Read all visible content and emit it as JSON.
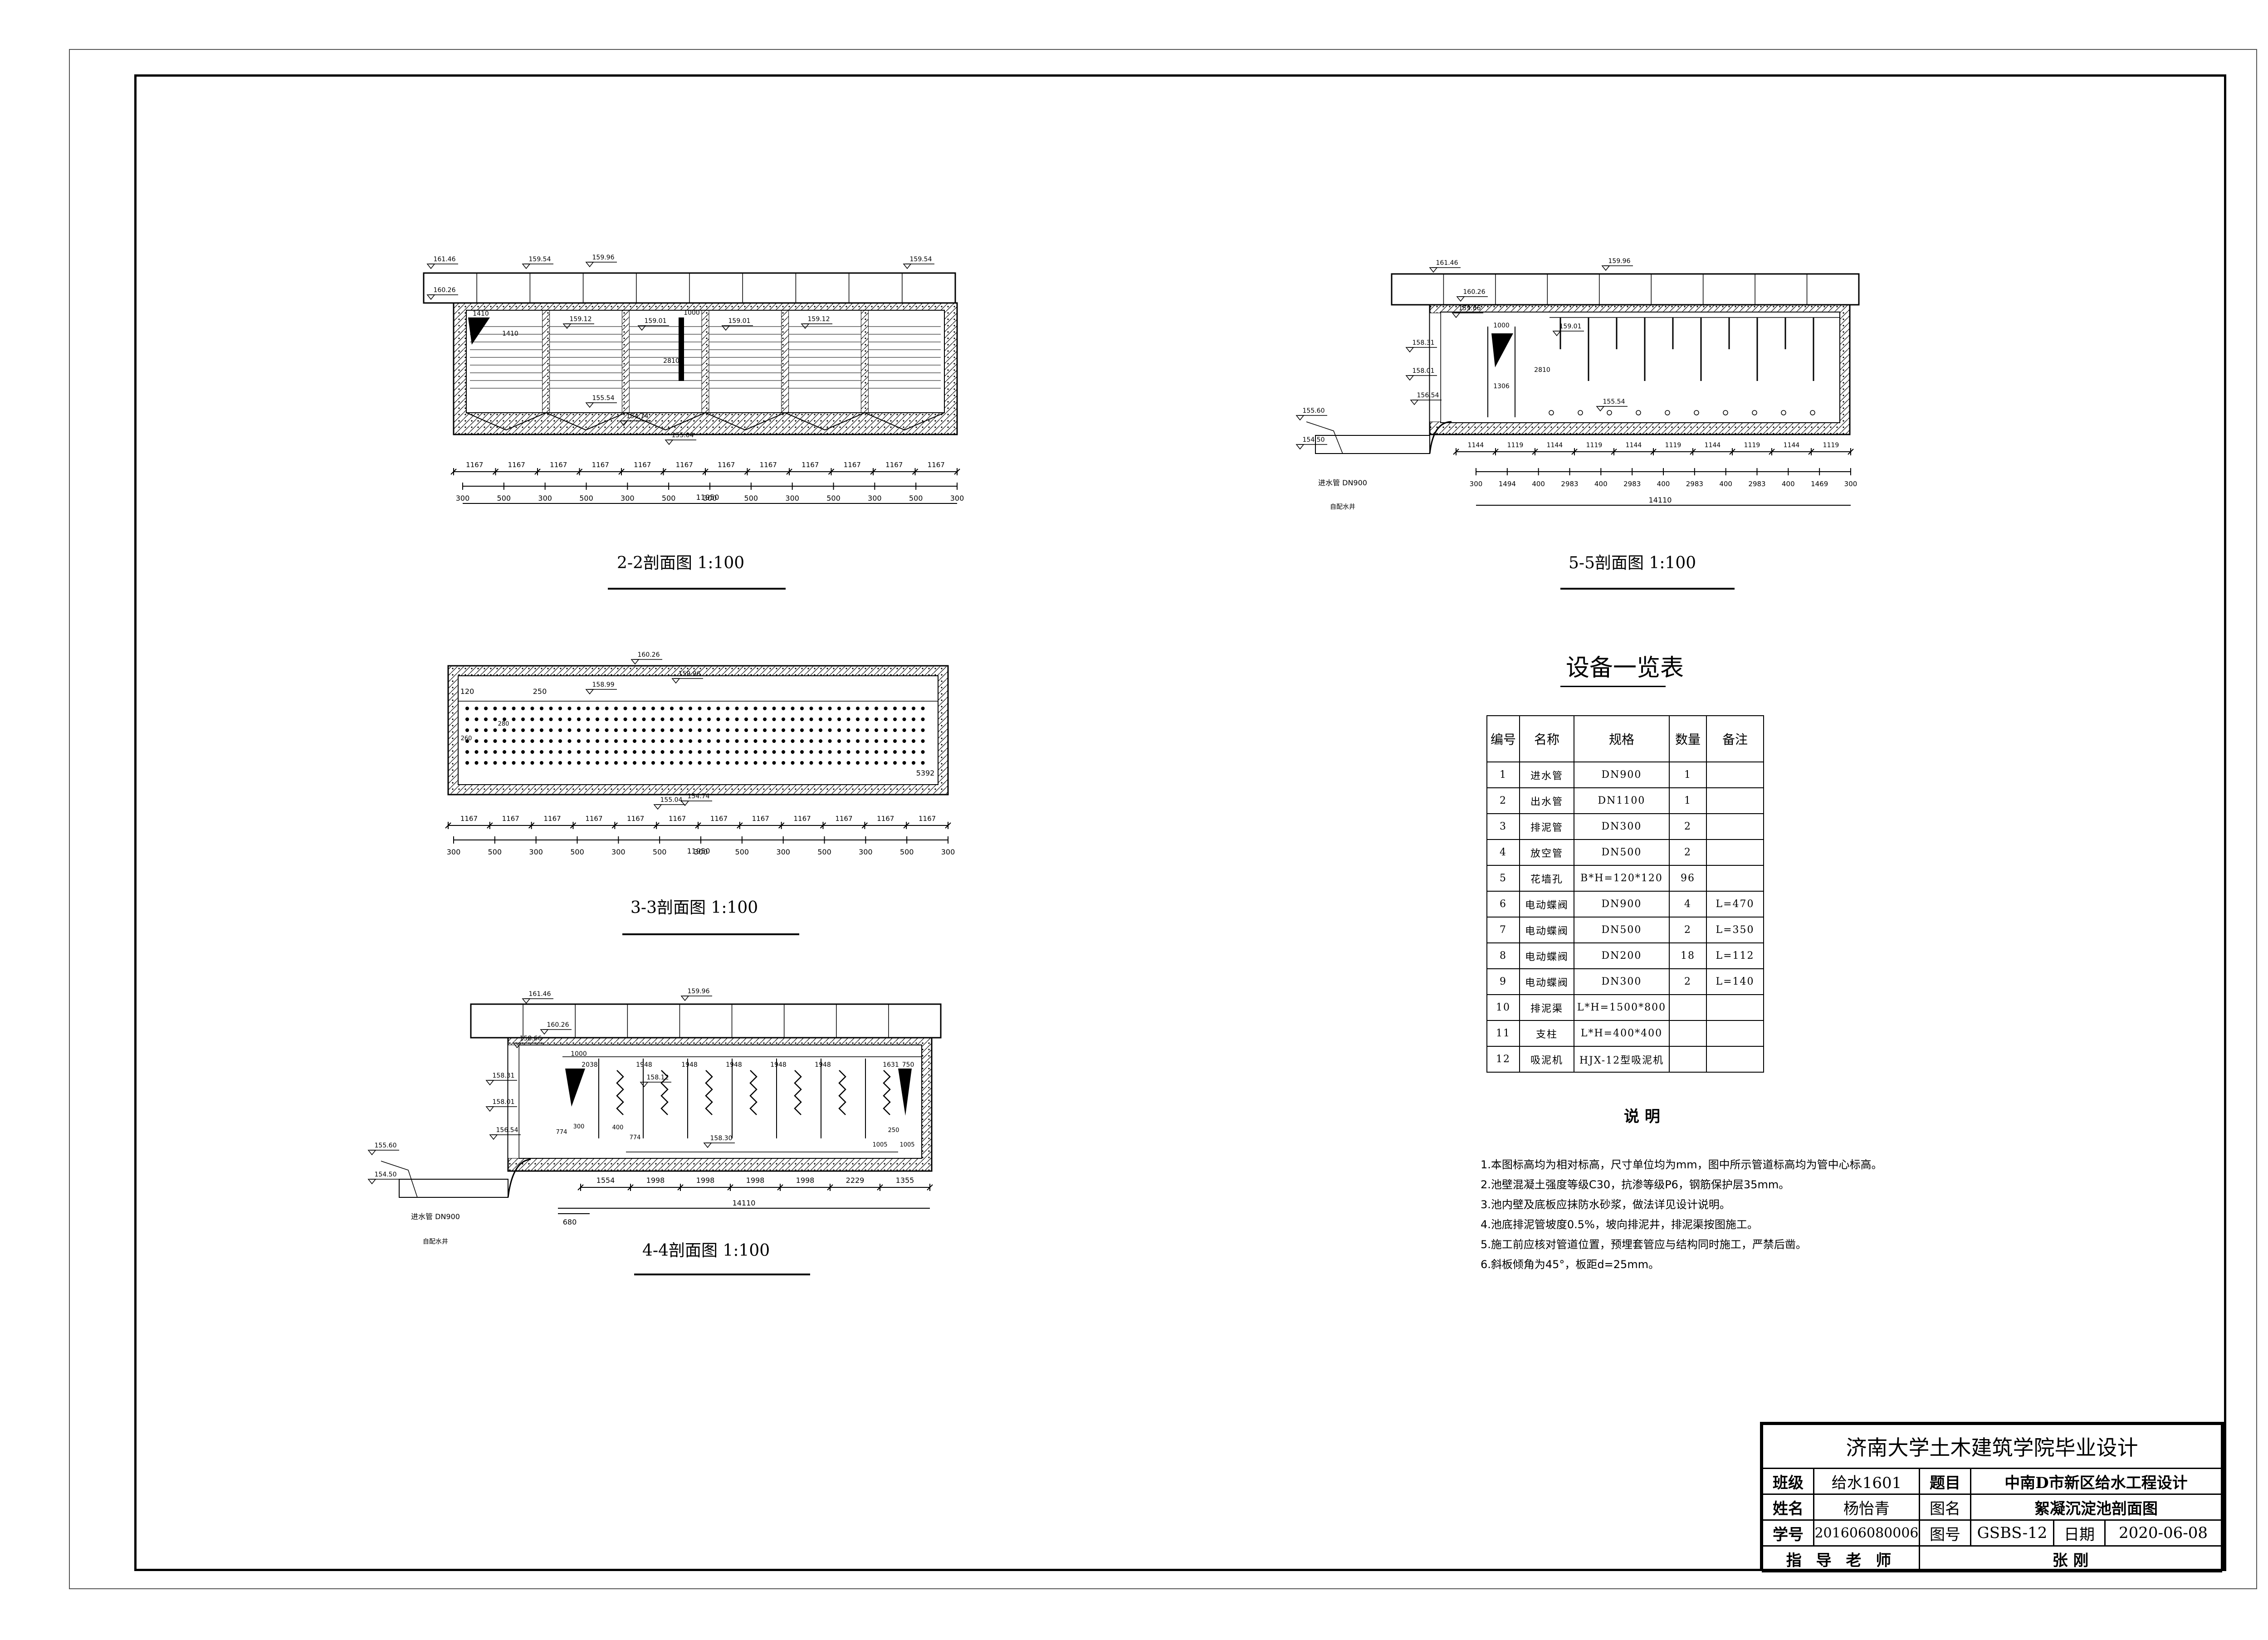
{
  "drawings": {
    "section_2_2": {
      "caption": "2-2剖面图  1:100",
      "elevations": [
        "161.46",
        "160.26",
        "159.54",
        "159.96",
        "159.54",
        "159.12",
        "159.01",
        "159.01",
        "159.12",
        "155.54",
        "154.74",
        "155.04"
      ],
      "dims": [
        "1410",
        "2810",
        "1000"
      ],
      "dim_top": [
        "1167",
        "1167",
        "1167",
        "1167",
        "1167",
        "1167",
        "1167",
        "1167",
        "1167",
        "1167",
        "1167",
        "1167"
      ],
      "dim_bottom": [
        "300",
        "500",
        "300",
        "500",
        "300",
        "500",
        "300",
        "500",
        "300",
        "500",
        "300",
        "500",
        "300"
      ],
      "total": "11950"
    },
    "section_3_3": {
      "caption": "3-3剖面图  1:100",
      "elevations": [
        "160.26",
        "159.96",
        "158.99",
        "155.04",
        "154.74"
      ],
      "dims": [
        "120",
        "250",
        "280",
        "260",
        "5392"
      ],
      "dim_top": [
        "1167",
        "1167",
        "1167",
        "1167",
        "1167",
        "1167",
        "1167",
        "1167",
        "1167",
        "1167",
        "1167",
        "1167"
      ],
      "dim_bottom": [
        "300",
        "500",
        "300",
        "500",
        "300",
        "500",
        "300",
        "500",
        "300",
        "500",
        "300",
        "500",
        "300"
      ],
      "total": "11950"
    },
    "section_4_4": {
      "caption": "4-4剖面图  1:100",
      "elevations": [
        "161.46",
        "159.96",
        "160.26",
        "158.66",
        "158.31",
        "158.01",
        "156.54",
        "155.60",
        "154.50",
        "158.12",
        "158.30"
      ],
      "dims": [
        "1000",
        "2038",
        "1948",
        "1948",
        "1948",
        "1948",
        "1948",
        "1631",
        "750",
        "400",
        "774",
        "774",
        "300",
        "1005",
        "1005",
        "250"
      ],
      "dim_row": [
        "1554",
        "1998",
        "1998",
        "1998",
        "1998",
        "2229",
        "1355"
      ],
      "total": "14110",
      "offset": "680",
      "pipe_label": "进水管  DN900",
      "well_label": "自配水井"
    },
    "section_5_5": {
      "caption": "5-5剖面图  1:100",
      "elevations": [
        "161.46",
        "159.96",
        "160.26",
        "159.66",
        "158.31",
        "158.01",
        "156.54",
        "155.60",
        "154.50",
        "159.01",
        "155.54"
      ],
      "dims": [
        "1000",
        "2810",
        "1306"
      ],
      "dim_top": [
        "1144",
        "1119",
        "1144",
        "1119",
        "1144",
        "1119",
        "1144",
        "1119",
        "1144",
        "1119"
      ],
      "dim_bottom": [
        "300",
        "1494",
        "400",
        "2983",
        "400",
        "2983",
        "400",
        "2983",
        "400",
        "2983",
        "400",
        "1469",
        "300"
      ],
      "total": "14110",
      "pipe_label": "进水管  DN900",
      "well_label": "自配水井"
    }
  },
  "equipment": {
    "title": "设备一览表",
    "headers": [
      "编号",
      "名称",
      "规格",
      "数量",
      "备注"
    ],
    "rows": [
      [
        "1",
        "进水管",
        "DN900",
        "1",
        ""
      ],
      [
        "2",
        "出水管",
        "DN1100",
        "1",
        ""
      ],
      [
        "3",
        "排泥管",
        "DN300",
        "2",
        ""
      ],
      [
        "4",
        "放空管",
        "DN500",
        "2",
        ""
      ],
      [
        "5",
        "花墙孔",
        "B*H=120*120",
        "96",
        ""
      ],
      [
        "6",
        "电动蝶阀",
        "DN900",
        "4",
        "L=470"
      ],
      [
        "7",
        "电动蝶阀",
        "DN500",
        "2",
        "L=350"
      ],
      [
        "8",
        "电动蝶阀",
        "DN200",
        "18",
        "L=112"
      ],
      [
        "9",
        "电动蝶阀",
        "DN300",
        "2",
        "L=140"
      ],
      [
        "10",
        "排泥渠",
        "L*H=1500*800",
        "",
        ""
      ],
      [
        "11",
        "支柱",
        "L*H=400*400",
        "",
        ""
      ],
      [
        "12",
        "吸泥机",
        "HJX-12型吸泥机",
        "",
        ""
      ]
    ]
  },
  "notes": {
    "title": "说  明",
    "items": [
      "1.本图标高均为相对标高，尺寸单位均为mm，图中所示管道标高均为管中心标高。",
      "2.池壁混凝土强度等级C30，抗渗等级P6，钢筋保护层35mm。",
      "3.池内壁及底板应抹防水砂浆，做法详见设计说明。",
      "4.池底排泥管坡度0.5%，坡向排泥井，排泥渠按图施工。",
      "5.施工前应核对管道位置，预埋套管应与结构同时施工，严禁后凿。",
      "6.斜板倾角为45°，板距d=25mm。"
    ]
  },
  "title_block": {
    "school": "济南大学土木建筑学院毕业设计",
    "class_label": "班级",
    "class_value": "给水1601",
    "topic_label": "题目",
    "topic_value": "中南D市新区给水工程设计",
    "name_label": "姓名",
    "name_value": "杨怡青",
    "drawing_name_label": "图名",
    "drawing_name_value": "絮凝沉淀池剖面图",
    "student_id_label": "学号",
    "student_id_value": "201606080006",
    "drawing_no_label": "图号",
    "drawing_no_value": "GSBS-12",
    "date_label": "日期",
    "date_value": "2020-06-08",
    "advisor_label": "指 导 老 师",
    "advisor_value": "张 刚"
  }
}
